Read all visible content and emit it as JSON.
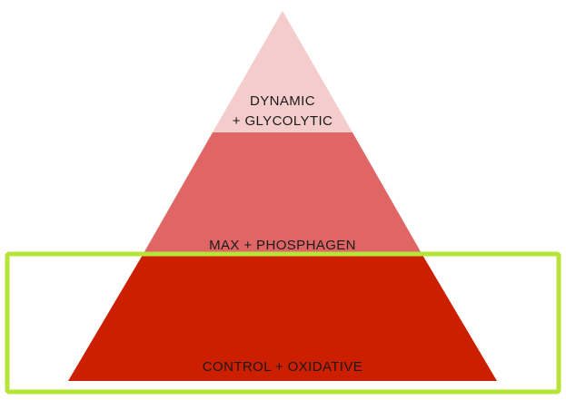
{
  "pyramid": {
    "tiers": [
      {
        "label_lines": [
          "DYNAMIC",
          "+ GLYCOLYTIC"
        ],
        "color": "#f4cccc"
      },
      {
        "label_lines": [
          "MAX + PHOSPHAGEN"
        ],
        "color": "#e06666"
      },
      {
        "label_lines": [
          "CONTROL + OXIDATIVE"
        ],
        "color": "#cc1f00"
      }
    ],
    "highlight_color": "#b7e437",
    "highlighted_tier": 2
  }
}
